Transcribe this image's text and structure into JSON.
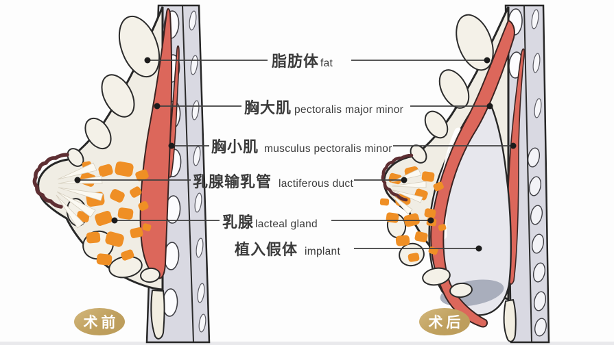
{
  "diagram": {
    "labels": [
      {
        "zh": "脂肪体",
        "en": "fat"
      },
      {
        "zh": "胸大肌",
        "en": "pectoralis major minor"
      },
      {
        "zh": "胸小肌",
        "en": "musculus pectoralis minor"
      },
      {
        "zh": "乳腺输乳管",
        "en": "lactiferous duct"
      },
      {
        "zh": "乳腺",
        "en": "lacteal gland"
      },
      {
        "zh": "植入假体",
        "en": "implant"
      }
    ],
    "badges": {
      "before": "术前",
      "after": "术后"
    },
    "colors": {
      "muscle": "#dc675b",
      "gland": "#ef8f25",
      "fat": "#f0ede4",
      "chest_band": "#d9d9e2",
      "implant": "#e7e7ed",
      "implant_shadow": "#a9aebc",
      "areola": "#5e2f33",
      "badge_gold": "#bfa05e",
      "line": "#3f3f3f",
      "text": "#3b3b3b"
    }
  }
}
